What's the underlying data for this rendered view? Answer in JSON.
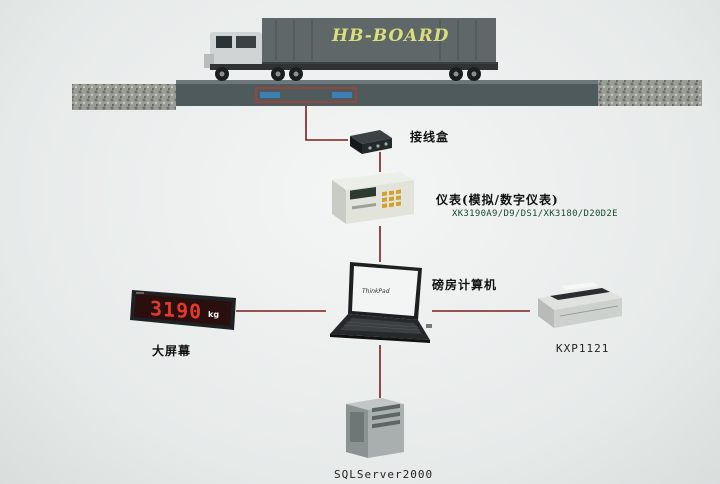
{
  "truck": {
    "trailer_logo": "HB-BOARD"
  },
  "nodes": {
    "junction_box": {
      "label": "接线盒"
    },
    "indicator": {
      "label": "仪表(模拟/数字仪表)",
      "models": "XK3190A9/D9/DS1/XK3180/D20D2E"
    },
    "computer": {
      "label": "磅房计算机",
      "screen_brand": "ThinkPad"
    },
    "display": {
      "label": "大屏幕",
      "reading": "3190",
      "unit": "kg"
    },
    "printer": {
      "label": "KXP1121"
    },
    "server": {
      "label": "SQLServer2000"
    }
  },
  "colors": {
    "line": "#7a1e1e",
    "platform": "#4f5a5c",
    "trailer": "#5f6769",
    "cab": "#d0d4d4",
    "display_digits": "#e23a2a"
  }
}
